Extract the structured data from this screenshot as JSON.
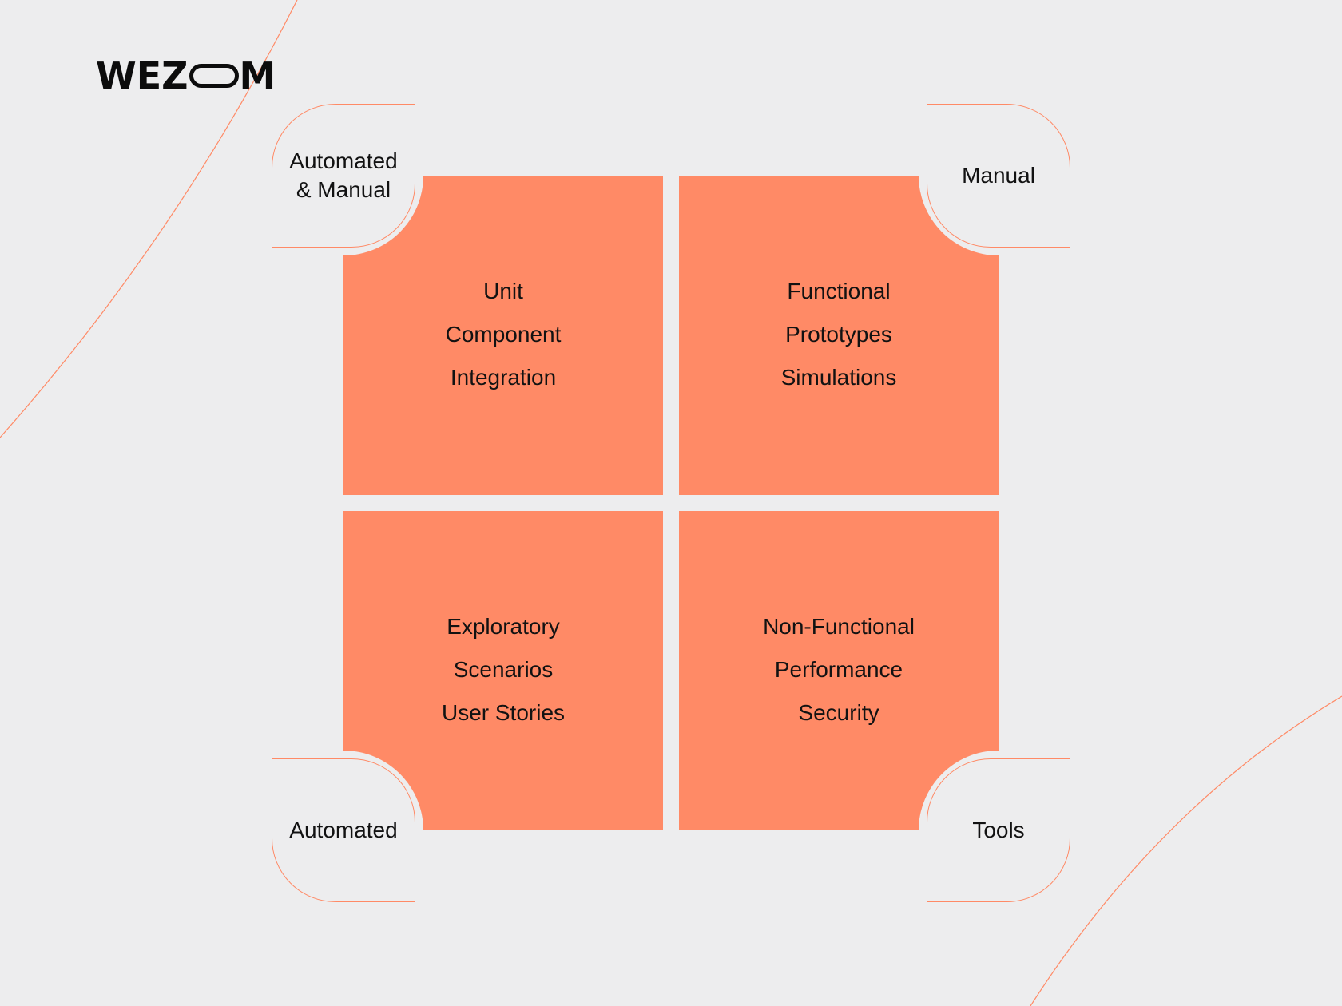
{
  "logo": {
    "text_left": "WEZ",
    "text_right": "M"
  },
  "colors": {
    "accent": "#ff8a66",
    "background": "#ededee",
    "text": "#121212"
  },
  "quadrants": [
    {
      "id": "top-left",
      "lines": [
        "Unit",
        "Component",
        "Integration"
      ]
    },
    {
      "id": "top-right",
      "lines": [
        "Functional",
        "Prototypes",
        "Simulations"
      ]
    },
    {
      "id": "bottom-left",
      "lines": [
        "Exploratory",
        "Scenarios",
        "User Stories"
      ]
    },
    {
      "id": "bottom-right",
      "lines": [
        "Non-Functional",
        "Performance",
        "Security"
      ]
    }
  ],
  "tags": [
    {
      "id": "top-left",
      "lines": [
        "Automated",
        "& Manual"
      ]
    },
    {
      "id": "top-right",
      "lines": [
        "Manual"
      ]
    },
    {
      "id": "bottom-left",
      "lines": [
        "Automated"
      ]
    },
    {
      "id": "bottom-right",
      "lines": [
        "Tools"
      ]
    }
  ]
}
